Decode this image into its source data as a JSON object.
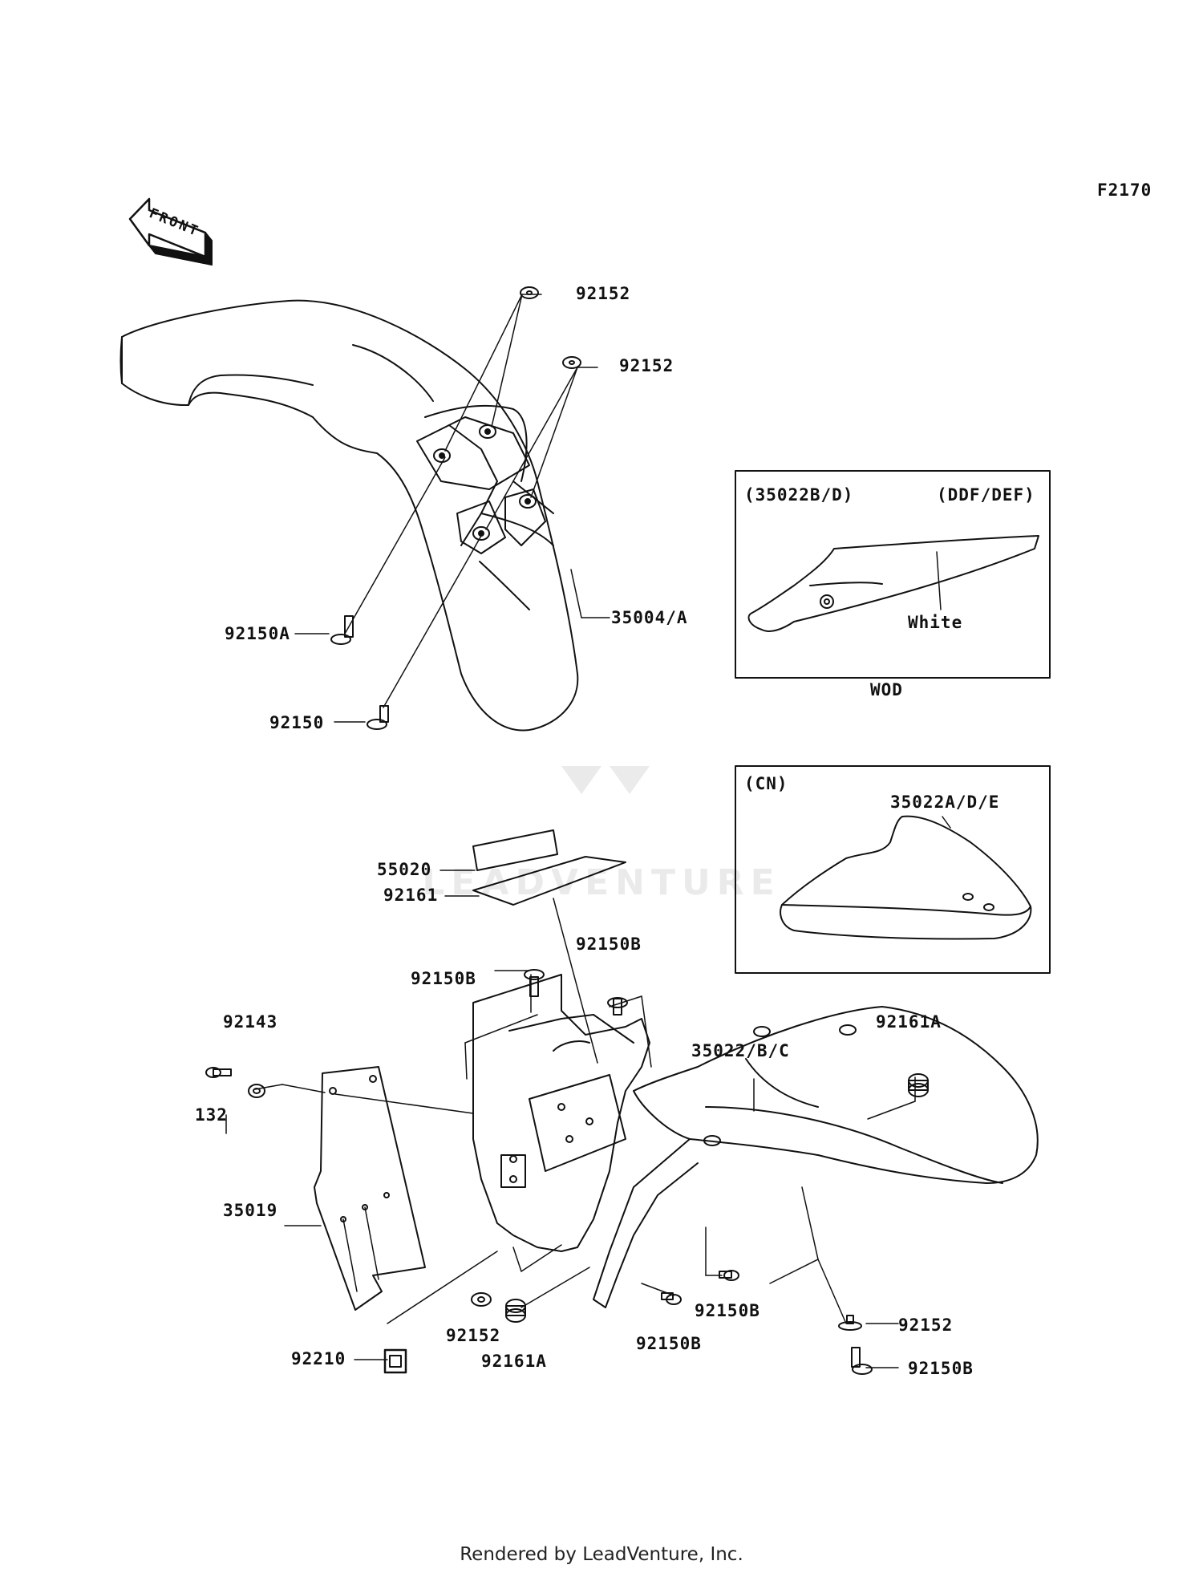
{
  "figure_code": "F2170",
  "front_label": "FRONT",
  "inset_wod": {
    "model": "(35022B/D)",
    "variant": "(DDF/DEF)",
    "color_note": "White",
    "caption": "WOD"
  },
  "inset_cn": {
    "region": "(CN)",
    "part": "35022A/D/E"
  },
  "watermark_text": "LEADVENTURE",
  "parts": {
    "front_nut_1": "92152",
    "front_nut_2": "92152",
    "front_bolt_a": "92150A",
    "front_bolt": "92150",
    "front_fender": "35004/A",
    "decal": "55020",
    "pad": "92161",
    "bolt_b_top_left": "92150B",
    "bolt_b_top_right": "92150B",
    "collar": "92143",
    "screw": "132",
    "rear_fender": "35022/B/C",
    "damper_right": "92161A",
    "flap": "35019",
    "nut_clip": "92210",
    "washer_bottom": "92152",
    "damper_bottom": "92161A",
    "bolt_b_bottom_mid": "92150B",
    "bolt_b_bottom_right": "92150B",
    "nut_bottom_right": "92152",
    "bolt_b_far_right": "92150B"
  },
  "footer": "Rendered by LeadVenture, Inc."
}
